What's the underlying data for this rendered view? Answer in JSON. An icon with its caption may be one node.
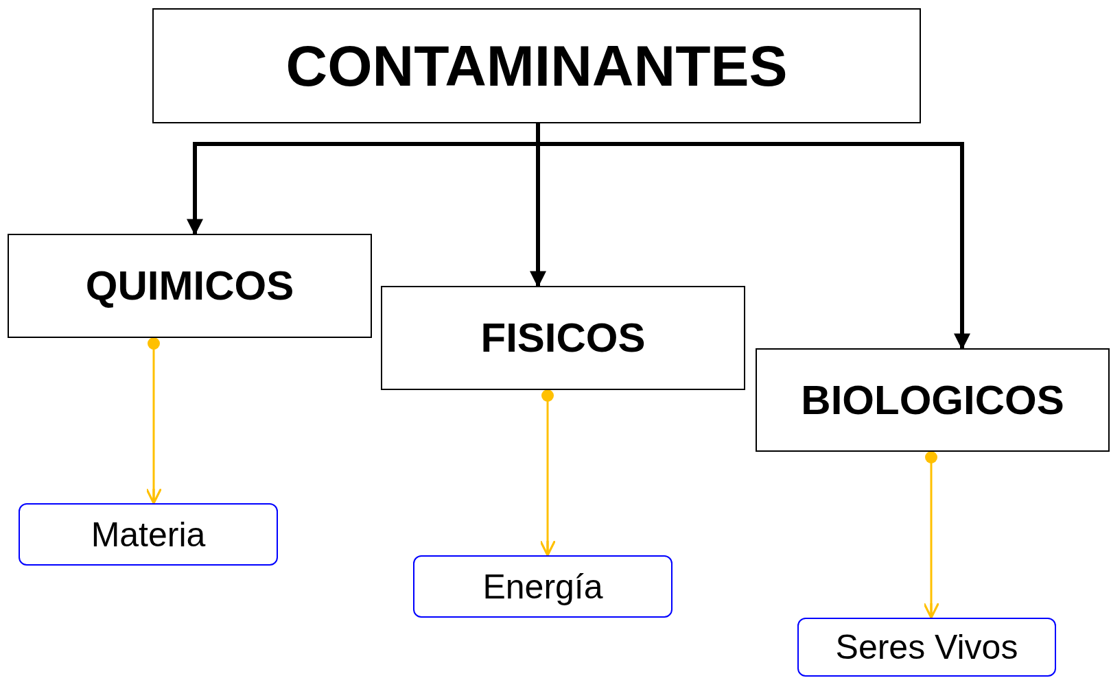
{
  "diagram": {
    "nodes": [
      {
        "text": [
          "CONTAMINANTES"
        ]
      },
      {
        "text": [
          "QUIMICOS"
        ]
      },
      {
        "text": [
          "FISICOS"
        ]
      },
      {
        "text": [
          "BIOLOGICOS"
        ]
      },
      {
        "text": [
          "Materia"
        ]
      },
      {
        "text": [
          "Energía"
        ]
      },
      {
        "text": [
          "Seres Vivos"
        ]
      }
    ],
    "edges": [
      {
        "from": 0,
        "to": 1,
        "arrow": "to",
        "style": "thick"
      },
      {
        "from": 0,
        "to": 2,
        "arrow": "to",
        "style": "thick"
      },
      {
        "from": 0,
        "to": 3,
        "arrow": "to",
        "style": "thick"
      },
      {
        "from": 1,
        "to": 4,
        "arrow": "to",
        "color": "#ffc000"
      },
      {
        "from": 2,
        "to": 5,
        "arrow": "to",
        "color": "#ffc000"
      },
      {
        "from": 3,
        "to": 6,
        "arrow": "to",
        "color": "#ffc000"
      }
    ]
  }
}
